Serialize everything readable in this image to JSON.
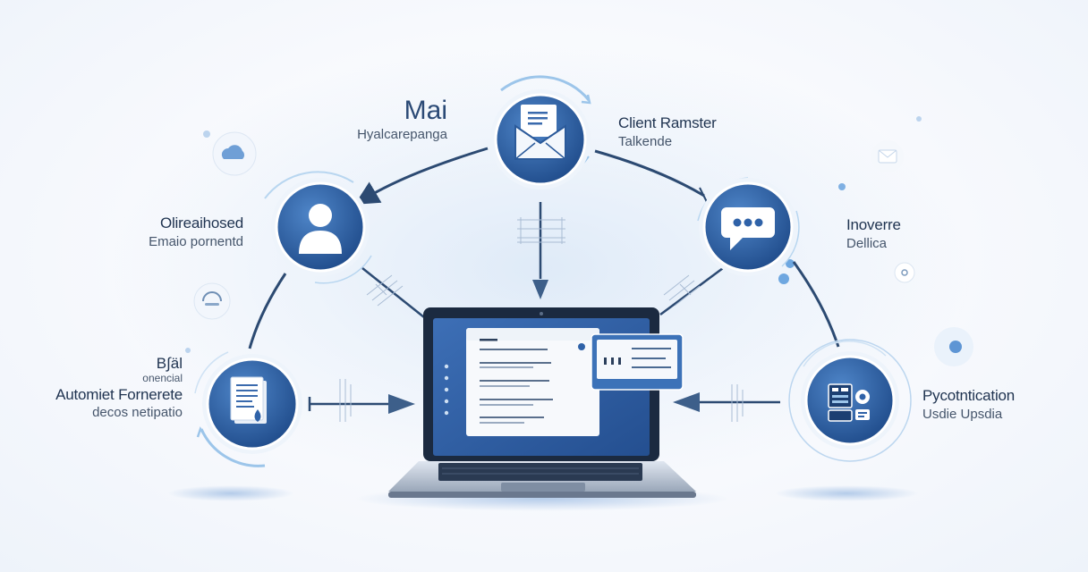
{
  "colors": {
    "primary": "#2f62a8",
    "primary_dark": "#1c467f",
    "connector": "#2c4a72",
    "light_accent": "#9cc5ea",
    "label_text": "#1f3350"
  },
  "nodes": {
    "mail": {
      "title": "Mai",
      "subtitle": "Hyalcarepanga",
      "icon": "envelope-icon"
    },
    "client": {
      "title": "Client Ramster",
      "subtitle": "Talkende",
      "icon": "envelope-icon"
    },
    "profile": {
      "title": "Olireaihosed",
      "subtitle": "Emaio pornentd",
      "icon": "user-icon"
    },
    "chat": {
      "title": "Inoverre",
      "subtitle": "Dellica",
      "icon": "chat-bubble-icon"
    },
    "document": {
      "title_top": "B∫äl",
      "title_small": "onencial",
      "title": "Automiet Fornerete",
      "subtitle": "decos netipatio",
      "icon": "document-icon"
    },
    "dashboard": {
      "title": "Pycotntication",
      "subtitle": "Usdie Upsdia",
      "icon": "dashboard-icon"
    }
  },
  "laptop": {
    "icon": "laptop-icon"
  }
}
